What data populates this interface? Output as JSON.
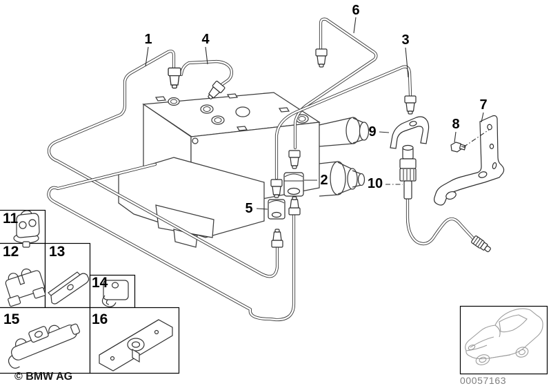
{
  "callouts": [
    {
      "label": "1"
    },
    {
      "label": "2"
    },
    {
      "label": "3"
    },
    {
      "label": "4"
    },
    {
      "label": "5"
    },
    {
      "label": "6"
    },
    {
      "label": "7"
    },
    {
      "label": "8"
    },
    {
      "label": "9"
    },
    {
      "label": "10"
    },
    {
      "label": "11"
    },
    {
      "label": "12"
    },
    {
      "label": "13"
    },
    {
      "label": "14"
    },
    {
      "label": "15"
    },
    {
      "label": "16"
    }
  ],
  "footer": {
    "copyright": "© BMW AG"
  },
  "thumbnail": {
    "part_number": "00057163",
    "icon": "car-sketch-icon"
  },
  "colors": {
    "line": "#2d2d2d",
    "unit-line": "#3c3c3c",
    "label": "#000000",
    "part-number": "#7e7e7e",
    "car-gray": "#9c9c9c",
    "background": "#ffffff"
  }
}
